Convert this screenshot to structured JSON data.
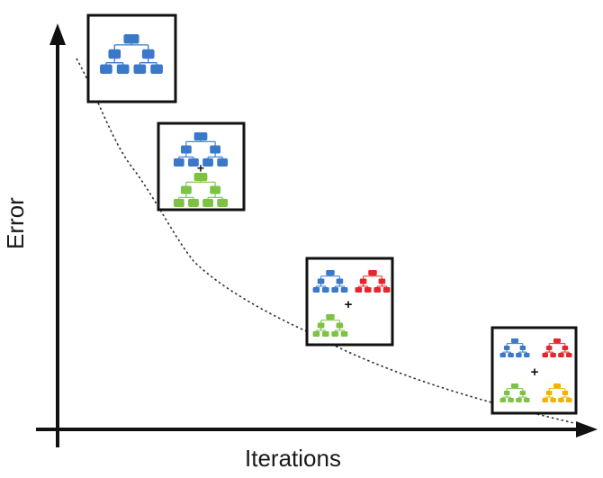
{
  "diagram": {
    "x_axis_label": "Iterations",
    "y_axis_label": "Error",
    "plus_symbol": "+",
    "colors": {
      "blue": "#3a78c9",
      "green": "#7cc243",
      "red": "#e5262b",
      "orange": "#f2b200",
      "axis": "#111111",
      "curve": "#333333",
      "box": "#111111"
    },
    "stages": [
      {
        "ensemble": [
          "blue"
        ],
        "added_tree": "green"
      },
      {
        "ensemble": [
          "blue",
          "green"
        ],
        "added_tree": "red"
      },
      {
        "ensemble": [
          "blue",
          "red",
          "green"
        ],
        "added_tree": "orange"
      },
      {
        "ensemble": [
          "blue",
          "red",
          "green",
          "orange"
        ],
        "added_tree": null
      }
    ]
  }
}
